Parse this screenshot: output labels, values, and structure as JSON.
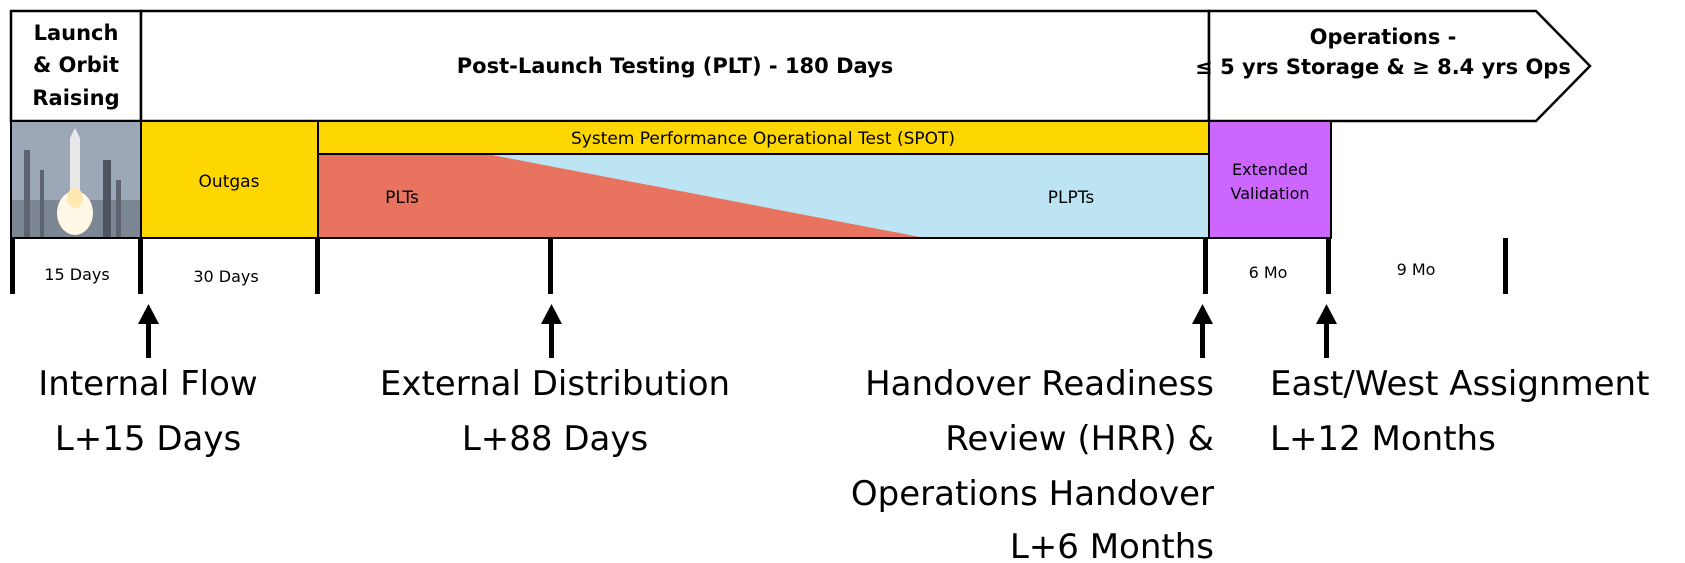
{
  "header": {
    "launch_lines": [
      "Launch",
      "& Orbit",
      "Raising"
    ],
    "plt_title": "Post-Launch Testing (PLT) - 180 Days",
    "ops_lines": [
      "Operations -",
      "≤ 5 yrs Storage & ≥ 8.4 yrs Ops"
    ]
  },
  "phases": {
    "outgas": "Outgas",
    "spot": "System Performance Operational Test (SPOT)",
    "plts": "PLTs",
    "plpts": "PLPTs",
    "extended_lines": [
      "Extended",
      "Validation"
    ]
  },
  "durations": {
    "d15": "15 Days",
    "d30": "30 Days",
    "m6": "6 Mo",
    "m9": "9 Mo"
  },
  "milestones": [
    {
      "lines": [
        "Internal Flow",
        "L+15 Days"
      ]
    },
    {
      "lines": [
        "External Distribution",
        "L+88 Days"
      ]
    },
    {
      "lines": [
        "Handover Readiness",
        "Review (HRR) &",
        "Operations Handover",
        "L+6 Months"
      ]
    },
    {
      "lines": [
        "East/West Assignment",
        "L+12 Months"
      ]
    }
  ],
  "colors": {
    "outgas": "#FFD700",
    "spot": "#FFD700",
    "plts": "#E8735F",
    "plpts": "#BDE4F2",
    "extended": "#CC66FF",
    "launch_photo_sky": "#9CA8B8"
  }
}
